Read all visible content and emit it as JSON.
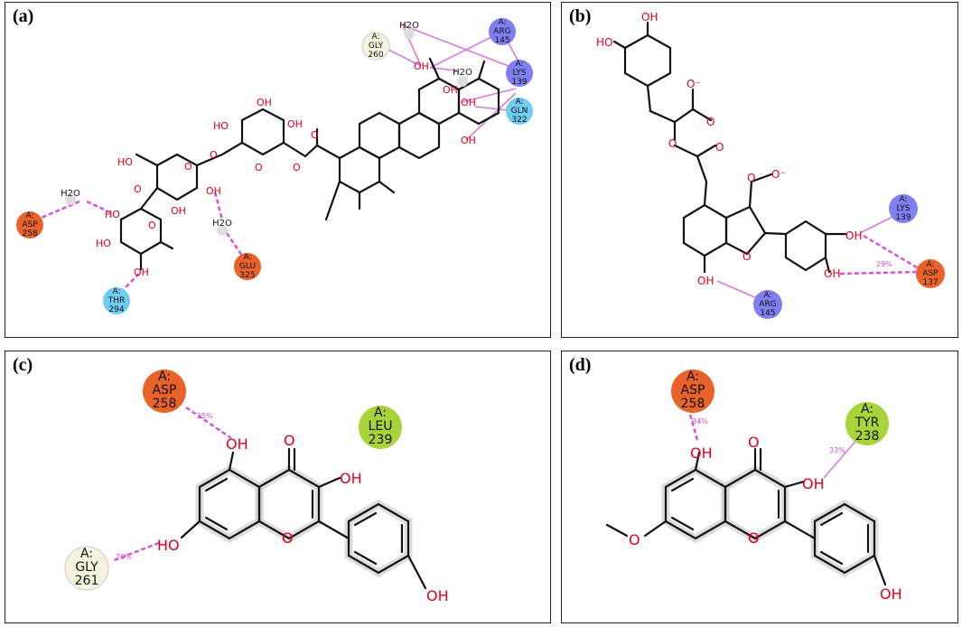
{
  "panels": [
    {
      "id": "a",
      "label": "(a)",
      "residues": [
        {
          "chain": "A:",
          "name": "GLY",
          "num": "260"
        },
        {
          "chain": "A:",
          "name": "ARG",
          "num": "145"
        },
        {
          "chain": "A:",
          "name": "LYS",
          "num": "139"
        },
        {
          "chain": "A:",
          "name": "GLN",
          "num": "322"
        },
        {
          "chain": "A:",
          "name": "ASP",
          "num": "258"
        },
        {
          "chain": "A:",
          "name": "GLU",
          "num": "325"
        },
        {
          "chain": "A:",
          "name": "THR",
          "num": "294"
        }
      ],
      "water_label": "H2O",
      "atom_labels": [
        "OH",
        "HO",
        "O"
      ]
    },
    {
      "id": "b",
      "label": "(b)",
      "residues": [
        {
          "chain": "A:",
          "name": "LYS",
          "num": "139"
        },
        {
          "chain": "A:",
          "name": "ASP",
          "num": "137"
        },
        {
          "chain": "A:",
          "name": "ARG",
          "num": "145"
        }
      ],
      "atom_labels": [
        "OH",
        "HO",
        "O",
        "O⁻"
      ],
      "interaction_pct": "29%"
    },
    {
      "id": "c",
      "label": "(c)",
      "residues": [
        {
          "chain": "A:",
          "name": "ASP",
          "num": "258"
        },
        {
          "chain": "A:",
          "name": "LEU",
          "num": "239"
        },
        {
          "chain": "A:",
          "name": "GLY",
          "num": "261"
        }
      ],
      "atom_labels": [
        "OH",
        "HO",
        "O"
      ],
      "interaction_pcts": [
        "35%",
        "70%"
      ]
    },
    {
      "id": "d",
      "label": "(d)",
      "residues": [
        {
          "chain": "A:",
          "name": "ASP",
          "num": "258"
        },
        {
          "chain": "A:",
          "name": "TYR",
          "num": "238"
        }
      ],
      "atom_labels": [
        "OH",
        "O"
      ],
      "interaction_pcts": [
        "94%",
        "33%"
      ]
    }
  ],
  "colors": {
    "asp": "#e8622a",
    "arg": "#7f7ff0",
    "lys": "#7f7ff0",
    "gln": "#6ecdf0",
    "thr": "#6ecdf0",
    "gly": "#f4f4df",
    "leu": "#a8d43a",
    "tyr": "#a8d43a",
    "water": "#dddddd",
    "oxygen": "#e3001b",
    "hbond": "#d54fdc"
  }
}
